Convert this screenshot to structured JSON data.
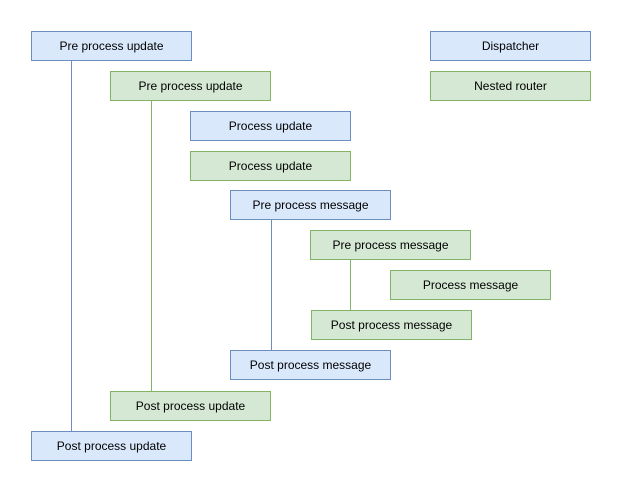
{
  "diagram": {
    "colors": {
      "background": "#ffffff",
      "text": "#000000",
      "blue_fill": "#dae8fc",
      "blue_border": "#6c8ebf",
      "green_fill": "#d5e8d4",
      "green_border": "#82b366"
    },
    "nodes": [
      {
        "id": "dispatcher-pre-process-update",
        "label": "Pre process update",
        "kind": "blue"
      },
      {
        "id": "dispatcher",
        "label": "Dispatcher",
        "kind": "blue"
      },
      {
        "id": "router-pre-process-update",
        "label": "Pre process update",
        "kind": "green"
      },
      {
        "id": "nested-router",
        "label": "Nested router",
        "kind": "green"
      },
      {
        "id": "dispatcher-process-update",
        "label": "Process update",
        "kind": "blue"
      },
      {
        "id": "router-process-update",
        "label": "Process update",
        "kind": "green"
      },
      {
        "id": "dispatcher-pre-process-message",
        "label": "Pre process message",
        "kind": "blue"
      },
      {
        "id": "router-pre-process-message",
        "label": "Pre process message",
        "kind": "green"
      },
      {
        "id": "router-process-message",
        "label": "Process message",
        "kind": "green"
      },
      {
        "id": "router-post-process-message",
        "label": "Post process message",
        "kind": "green"
      },
      {
        "id": "dispatcher-post-process-message",
        "label": "Post process message",
        "kind": "blue"
      },
      {
        "id": "router-post-process-update",
        "label": "Post process update",
        "kind": "green"
      },
      {
        "id": "dispatcher-post-process-update",
        "label": "Post process update",
        "kind": "blue"
      }
    ],
    "connectors": [
      {
        "id": "lifeline-dispatcher-update",
        "from": "dispatcher-pre-process-update",
        "to": "dispatcher-post-process-update",
        "color": "blue"
      },
      {
        "id": "lifeline-router-update",
        "from": "router-pre-process-update",
        "to": "router-post-process-update",
        "color": "green"
      },
      {
        "id": "lifeline-dispatcher-message",
        "from": "dispatcher-pre-process-message",
        "to": "dispatcher-post-process-message",
        "color": "blue"
      },
      {
        "id": "lifeline-router-message",
        "from": "router-pre-process-message",
        "to": "router-post-process-message",
        "color": "green"
      }
    ]
  }
}
